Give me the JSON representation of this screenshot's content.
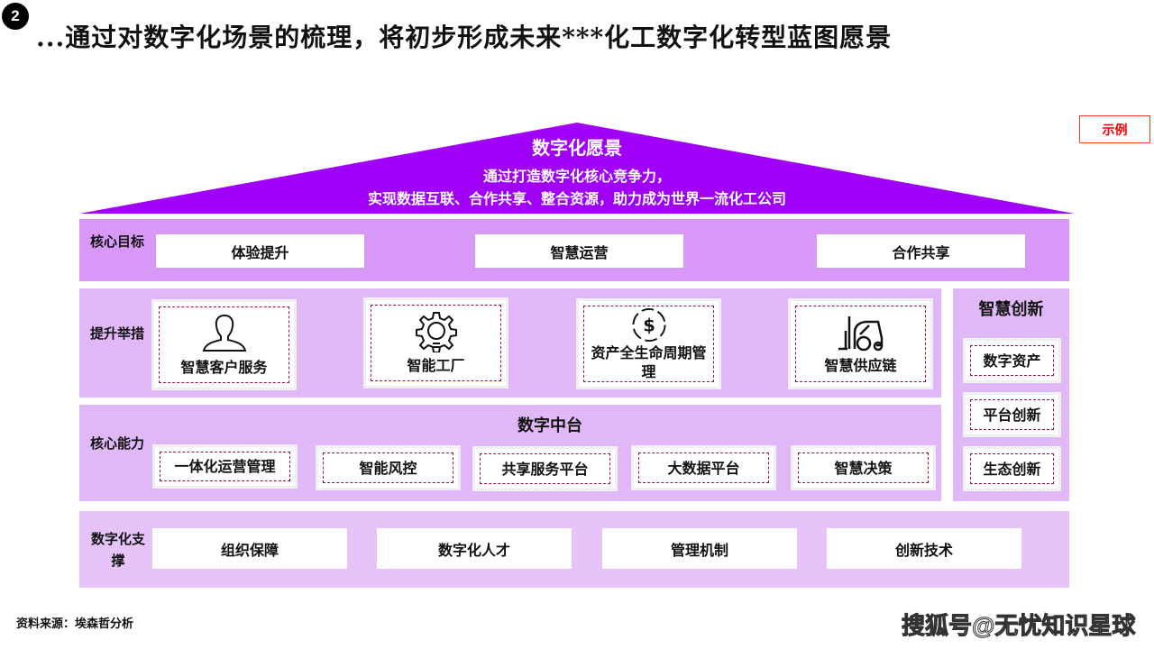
{
  "header": {
    "badge": "2",
    "title": "...通过对数字化场景的梳理，将初步形成未来***化工数字化转型蓝图愿景",
    "example_tag": "示例"
  },
  "vision": {
    "title": "数字化愿景",
    "line1": "通过打造数字化核心竞争力，",
    "line2": "实现数据互联、合作共享、整合资源，助力成为世界一流化工公司"
  },
  "core_goals": {
    "label": "核心目标",
    "items": [
      "体验提升",
      "智慧运营",
      "合作共享"
    ]
  },
  "measures": {
    "label": "提升举措",
    "items": [
      {
        "label": "智慧客户服务",
        "icon": "person-icon"
      },
      {
        "label": "智能工厂",
        "icon": "gear-bulb-icon"
      },
      {
        "label": "资产全生命周期管理",
        "icon": "dollar-icon"
      },
      {
        "label": "智慧供应链",
        "icon": "forklift-icon"
      }
    ]
  },
  "capabilities": {
    "label": "核心能力",
    "title": "数字中台",
    "items": [
      "一体化运营管理",
      "智能风控",
      "共享服务平台",
      "大数据平台",
      "智慧决策"
    ]
  },
  "innovation": {
    "title": "智慧创新",
    "items": [
      "数字资产",
      "平台创新",
      "生态创新"
    ]
  },
  "support": {
    "label": "数字化支撑",
    "items": [
      "组织保障",
      "数字化人才",
      "管理机制",
      "创新技术"
    ]
  },
  "footer": {
    "source": "资料来源：埃森哲分析",
    "watermark": "搜狐号@无忧知识星球"
  },
  "colors": {
    "roof": "#a000f8",
    "row_goals": "#d898f8",
    "row_mid": "#e0b8f8",
    "dash": "#9a1040",
    "example": "#e8401c"
  }
}
